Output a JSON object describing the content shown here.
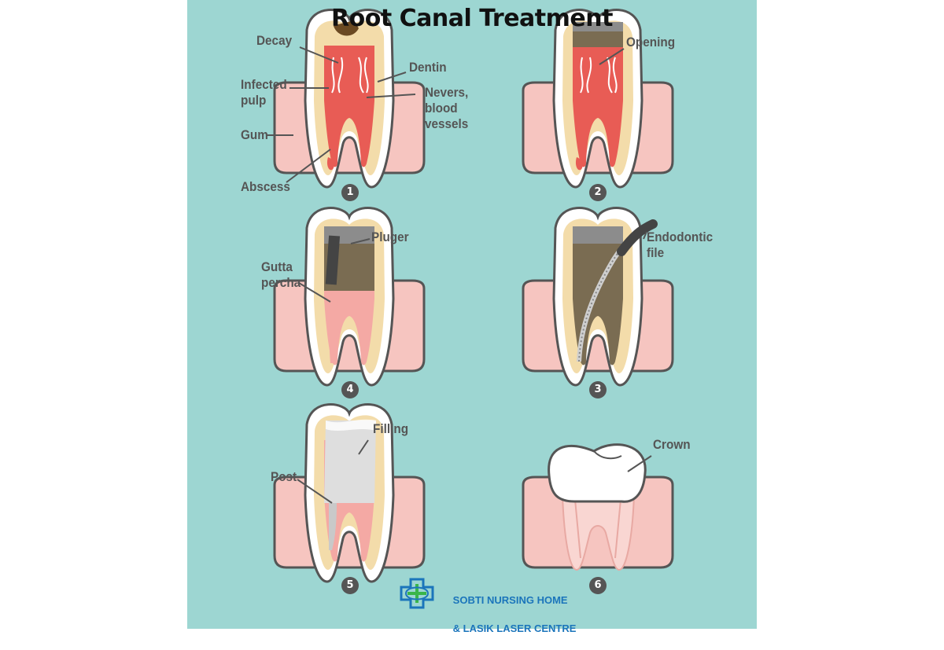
{
  "title": "Root Canal Treatment",
  "colors": {
    "background": "#9dd6d2",
    "gum": "#f6c5c0",
    "enamel": "#ffffff",
    "dentin": "#f3dcaa",
    "pulp": "#e85c55",
    "decay": "#6b4a22",
    "dark_fill": "#7a6c52",
    "label": "#555555",
    "logo_blue": "#1b75bb",
    "logo_green": "#39b54a"
  },
  "steps": [
    {
      "number": "1",
      "labels": {
        "decay": "Decay",
        "dentin": "Dentin",
        "infected_pulp": "Infected\npulp",
        "nerves": "Nevers,\nblood\nvessels",
        "gum": "Gum",
        "abscess": "Abscess"
      }
    },
    {
      "number": "2",
      "labels": {
        "opening": "Opening"
      }
    },
    {
      "number": "4",
      "labels": {
        "pluger": "Pluger",
        "gutta_percha": "Gutta\npercha"
      }
    },
    {
      "number": "3",
      "labels": {
        "endodontic_file": "Endodontic\nfile"
      }
    },
    {
      "number": "5",
      "labels": {
        "filling": "Filling",
        "post": "Post"
      }
    },
    {
      "number": "6",
      "labels": {
        "crown": "Crown"
      }
    }
  ],
  "logo": {
    "line1": "SOBTI NURSING HOME",
    "line2": "& LASIK LASER CENTRE",
    "icon": "medical-cross-logo-icon"
  }
}
